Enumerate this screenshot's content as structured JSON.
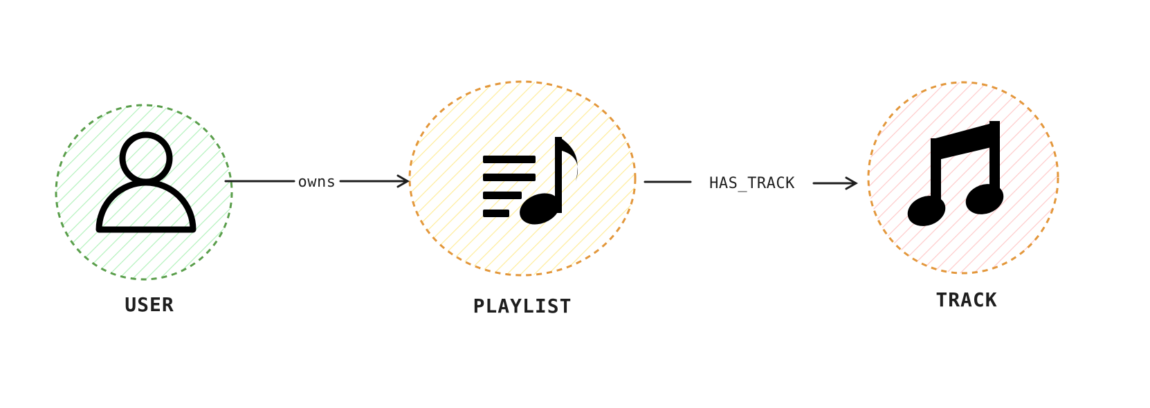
{
  "nodes": {
    "user": {
      "label": "USER",
      "icon": "user-icon",
      "stroke": "#5a9e4b",
      "fill": "#b2f2bb"
    },
    "playlist": {
      "label": "PLAYLIST",
      "icon": "playlist-icon",
      "stroke": "#e3973b",
      "fill": "#ffec99"
    },
    "track": {
      "label": "TRACK",
      "icon": "music-note-icon",
      "stroke": "#e3973b",
      "fill": "#ffc9c9"
    }
  },
  "edges": {
    "owns": {
      "label": "owns",
      "from": "USER",
      "to": "PLAYLIST"
    },
    "has_track": {
      "label": "HAS_TRACK",
      "from": "PLAYLIST",
      "to": "TRACK"
    }
  }
}
